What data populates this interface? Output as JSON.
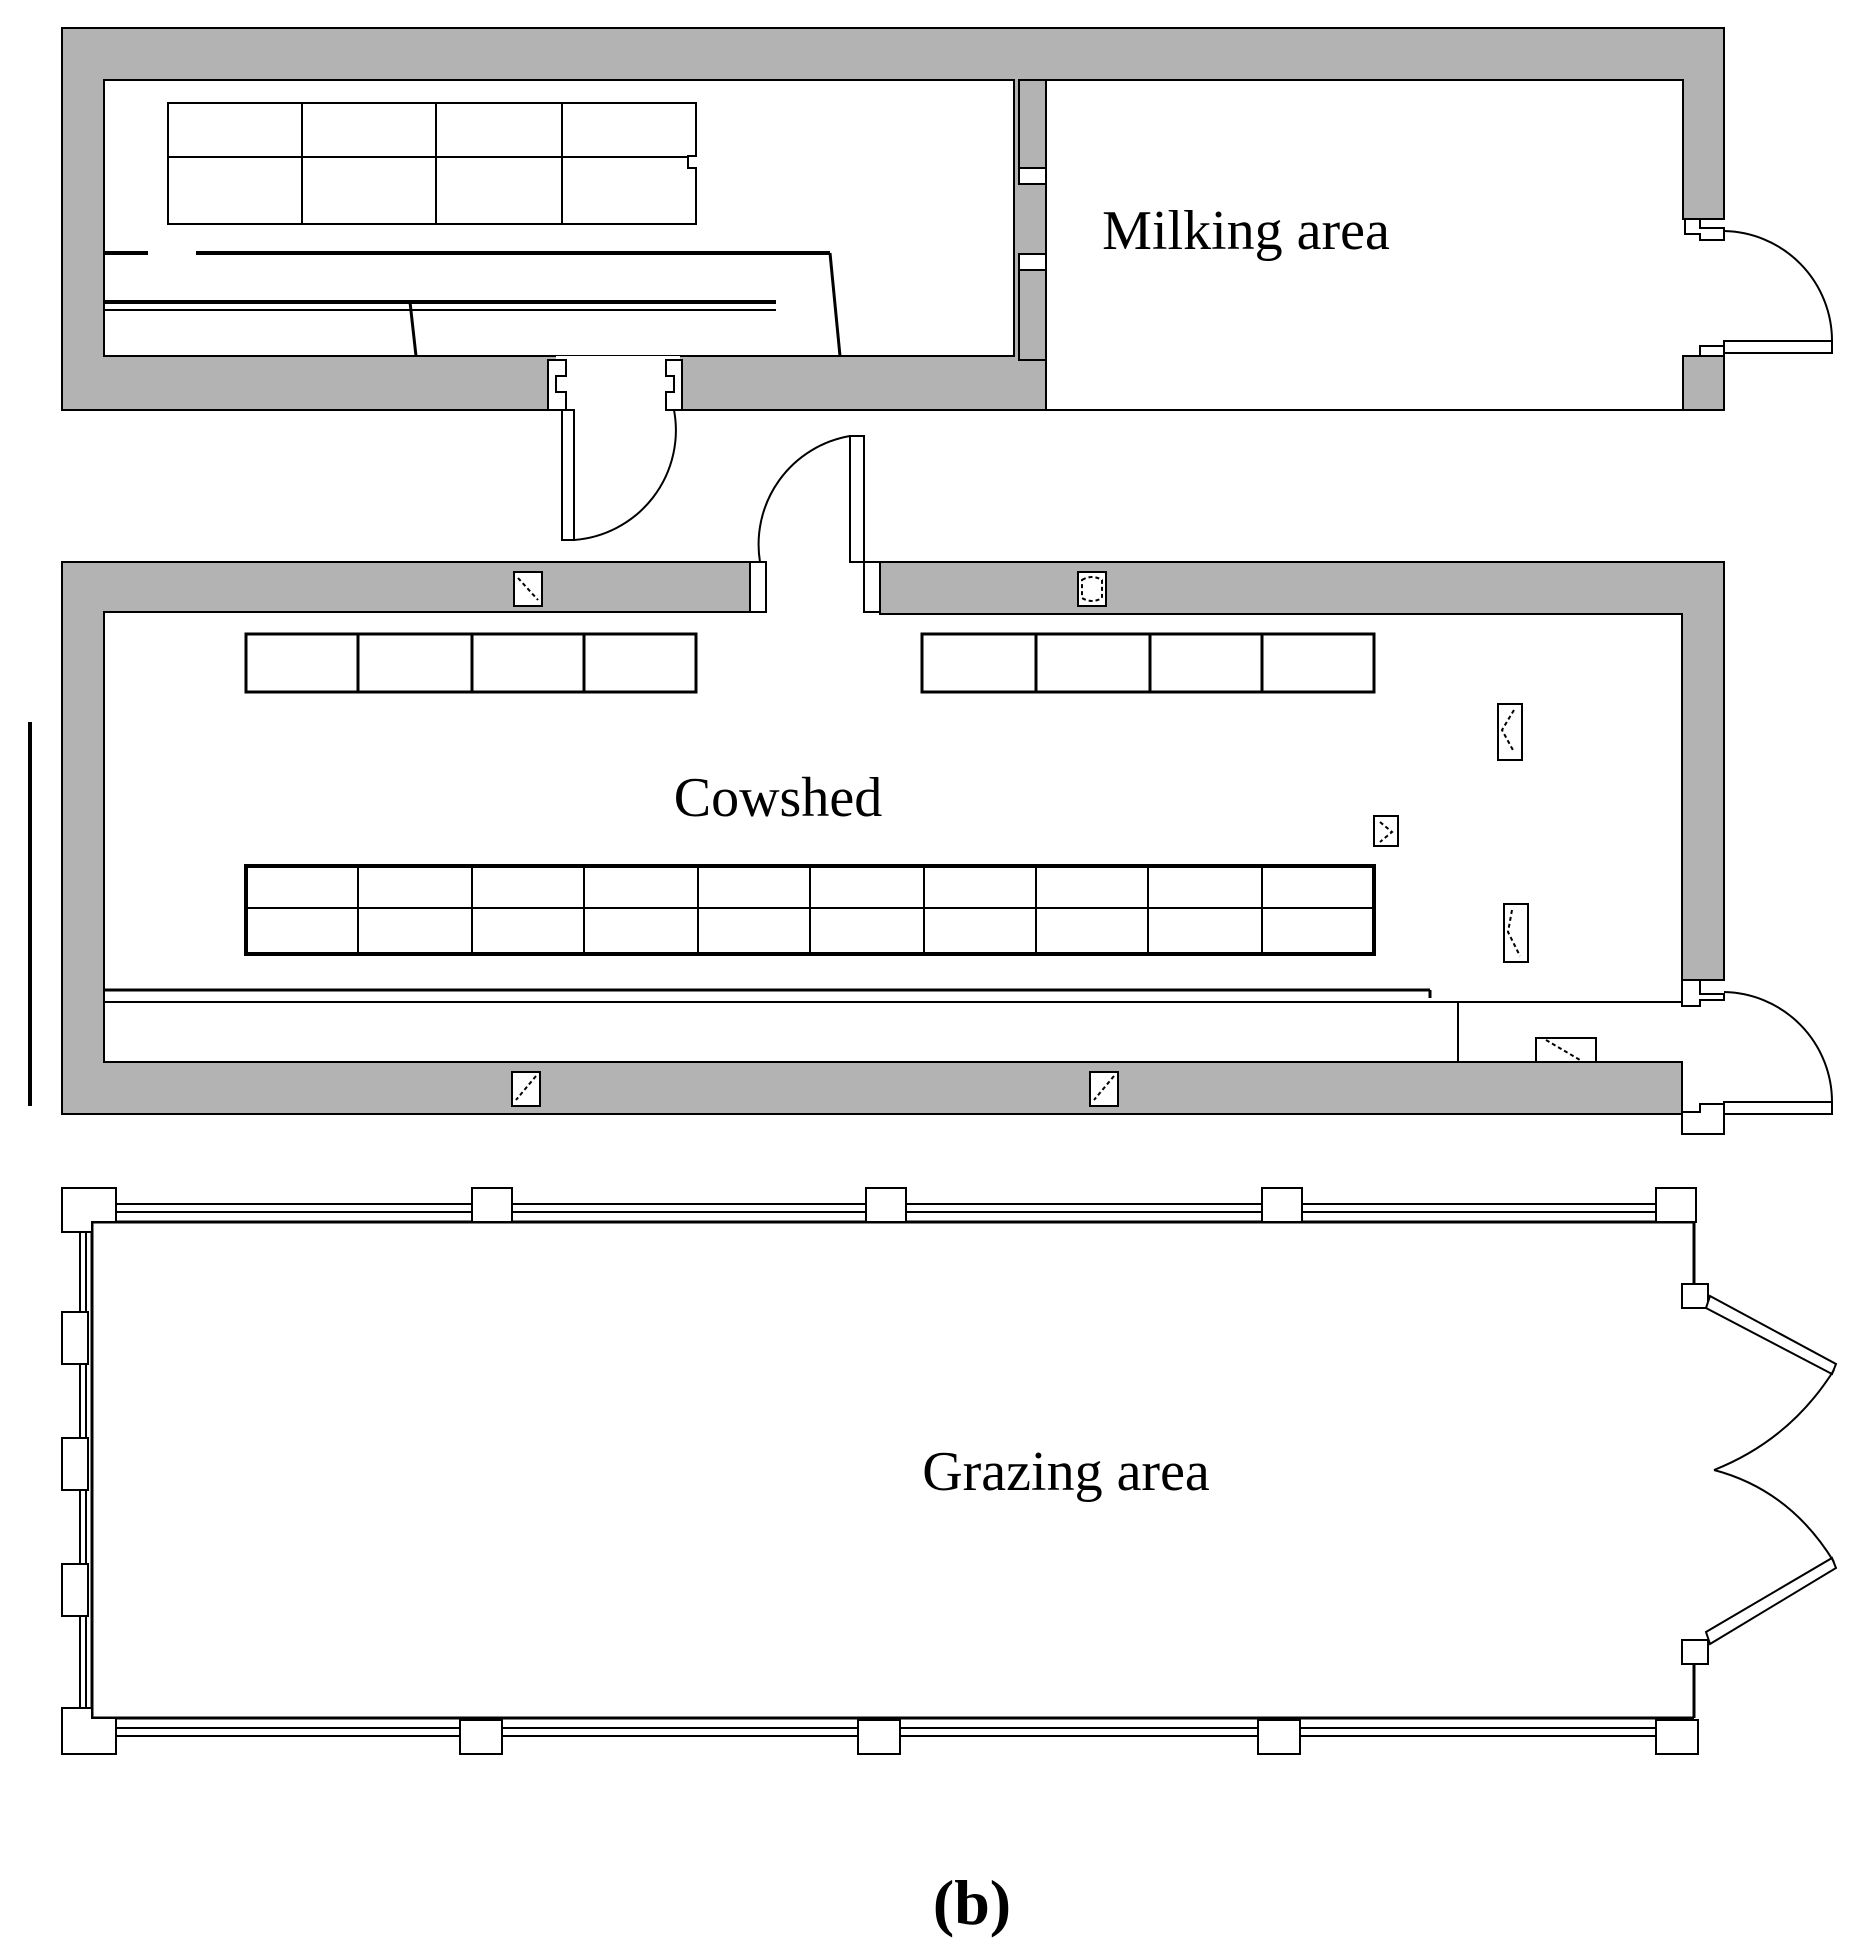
{
  "labels": {
    "milking": "Milking area",
    "cowshed": "Cowshed",
    "grazing": "Grazing area",
    "caption": "(b)"
  },
  "colors": {
    "wall": "#b3b3b3",
    "line": "#000000",
    "background": "#ffffff"
  }
}
